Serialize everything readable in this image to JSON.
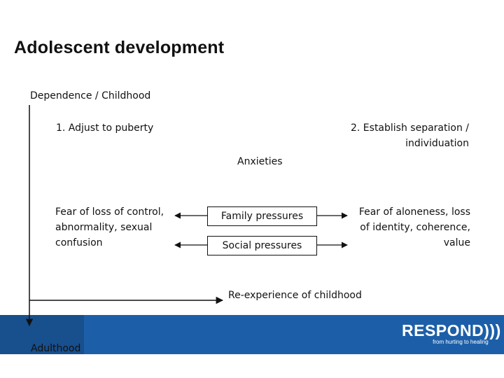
{
  "title": "Adolescent development",
  "axis": {
    "top_label": "Dependence / Childhood",
    "bottom_label": "Adulthood"
  },
  "tasks": {
    "task1": "1. Adjust to puberty",
    "task2_line1": "2. Establish separation /",
    "task2_line2": "individuation"
  },
  "anxieties": "Anxieties",
  "left_fears": [
    "Fear of loss of control,",
    "abnormality, sexual",
    "confusion"
  ],
  "right_fears": [
    "Fear of aloneness, loss",
    "of identity, coherence,",
    "value"
  ],
  "boxes": {
    "family": "Family pressures",
    "social": "Social pressures"
  },
  "reexperience": "Re-experience of childhood",
  "logo": {
    "name": "RESPOND",
    "tagline": "from hurting to healing"
  },
  "colors": {
    "footer": "#1c5fa8",
    "text": "#111111"
  }
}
